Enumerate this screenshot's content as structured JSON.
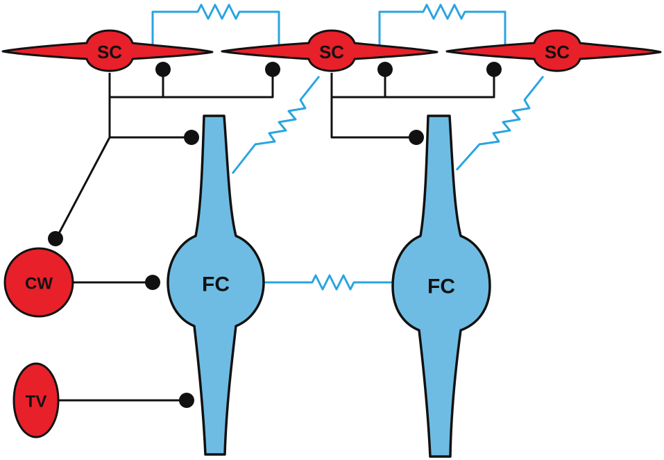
{
  "colors": {
    "red_cell": "#e8202a",
    "blue_cell": "#6ebce3",
    "outline": "#111111",
    "gap_junction": "#2aa4e0",
    "synapse": "#111111"
  },
  "cells": {
    "sc_1": "SC",
    "sc_2": "SC",
    "sc_3": "SC",
    "fc_1": "FC",
    "fc_2": "FC",
    "cw": "CW",
    "tv": "TV"
  }
}
